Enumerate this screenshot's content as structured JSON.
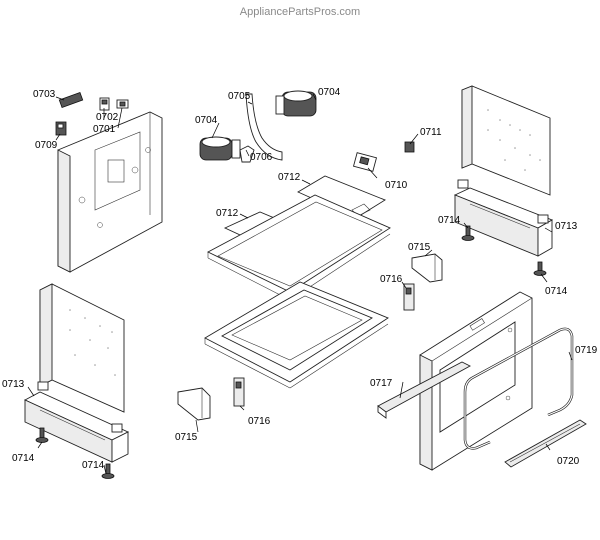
{
  "watermark": "AppliancePartsPros.com",
  "labels": {
    "p0701": "0701",
    "p0702": "0702",
    "p0703": "0703",
    "p0704a": "0704",
    "p0704b": "0704",
    "p0705": "0705",
    "p0706": "0706",
    "p0709": "0709",
    "p0710": "0710",
    "p0711": "0711",
    "p0712a": "0712",
    "p0712b": "0712",
    "p0713a": "0713",
    "p0713b": "0713",
    "p0714a": "0714",
    "p0714b": "0714",
    "p0714c": "0714",
    "p0714d": "0714",
    "p0715a": "0715",
    "p0715b": "0715",
    "p0716a": "0716",
    "p0716b": "0716",
    "p0717": "0717",
    "p0719": "0719",
    "p0720": "0720"
  }
}
